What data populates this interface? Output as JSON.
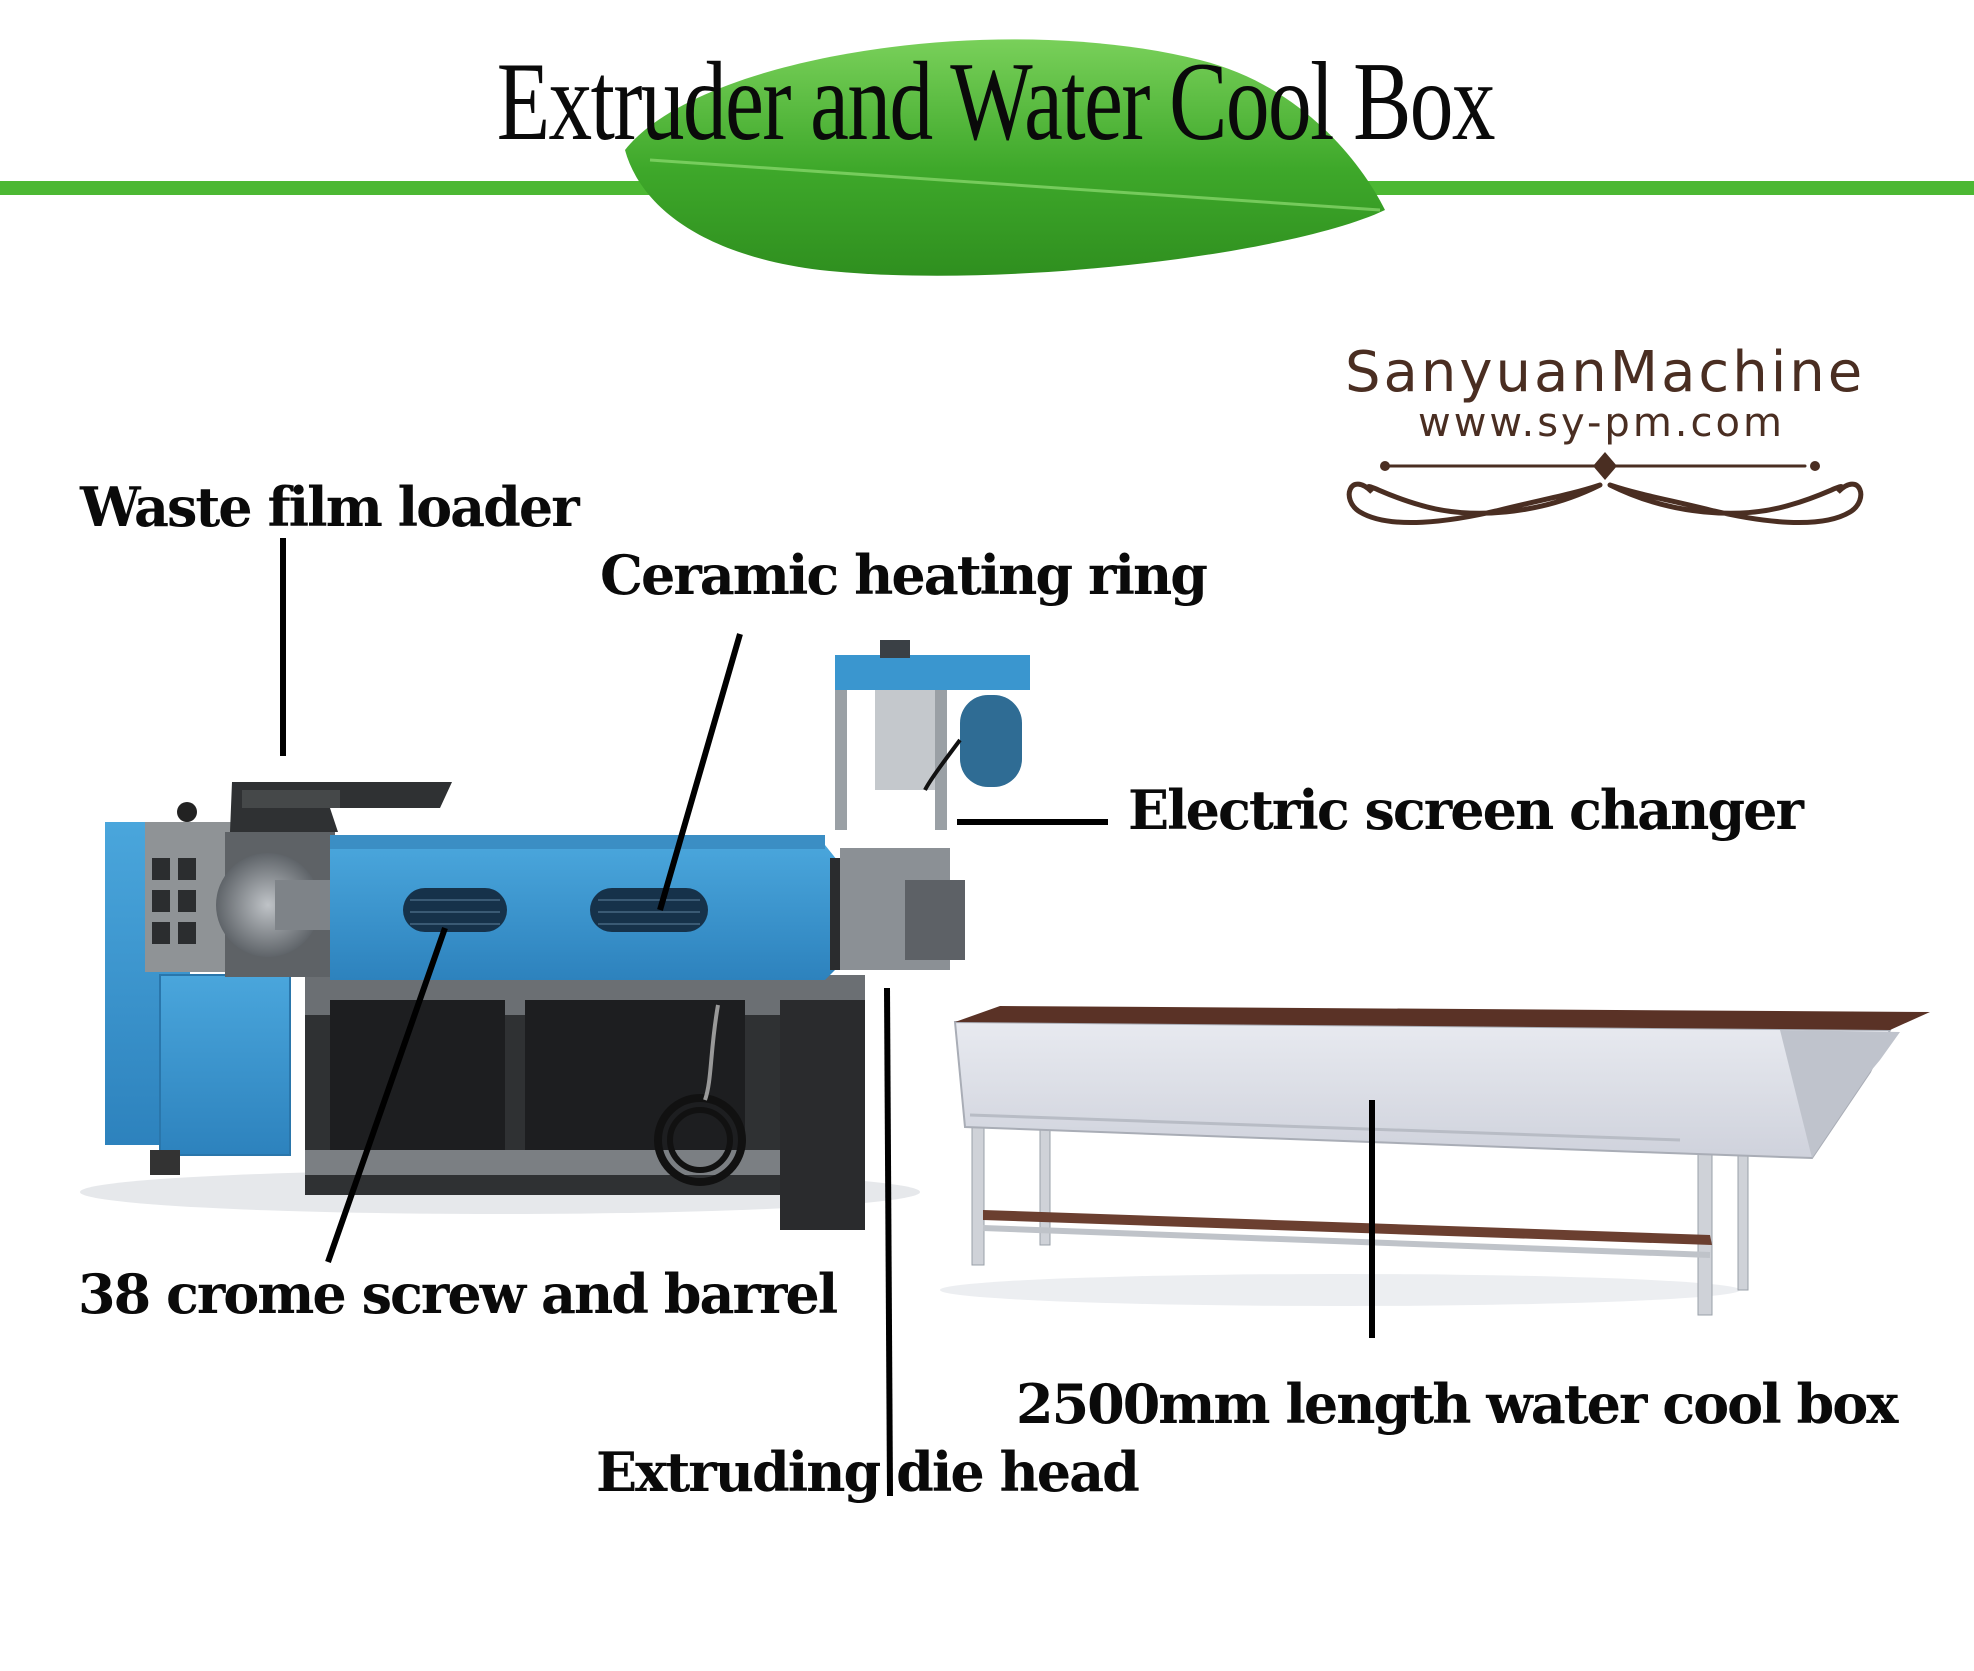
{
  "title": "Extruder and Water Cool Box",
  "brand": {
    "name": "SanyuanMachine",
    "url": "www.sy-pm.com"
  },
  "labels": {
    "waste_film_loader": "Waste film loader",
    "ceramic_heating_ring": "Ceramic  heating  ring",
    "electric_screen_changer": "Electric screen changer",
    "screw_and_barrel": "38 crome screw and barrel",
    "water_cool_box": "2500mm length water cool box",
    "extruding_die_head": "Extruding die head"
  },
  "colors": {
    "accent_green": "#4cb833",
    "leaf_green": "#49b62e",
    "machine_blue": "#3a96cf",
    "frame_dark": "#3d3d3d",
    "tank_gray": "#d9dbe3",
    "tank_rim": "#5a3226",
    "brand_brown": "#4a2e22"
  }
}
